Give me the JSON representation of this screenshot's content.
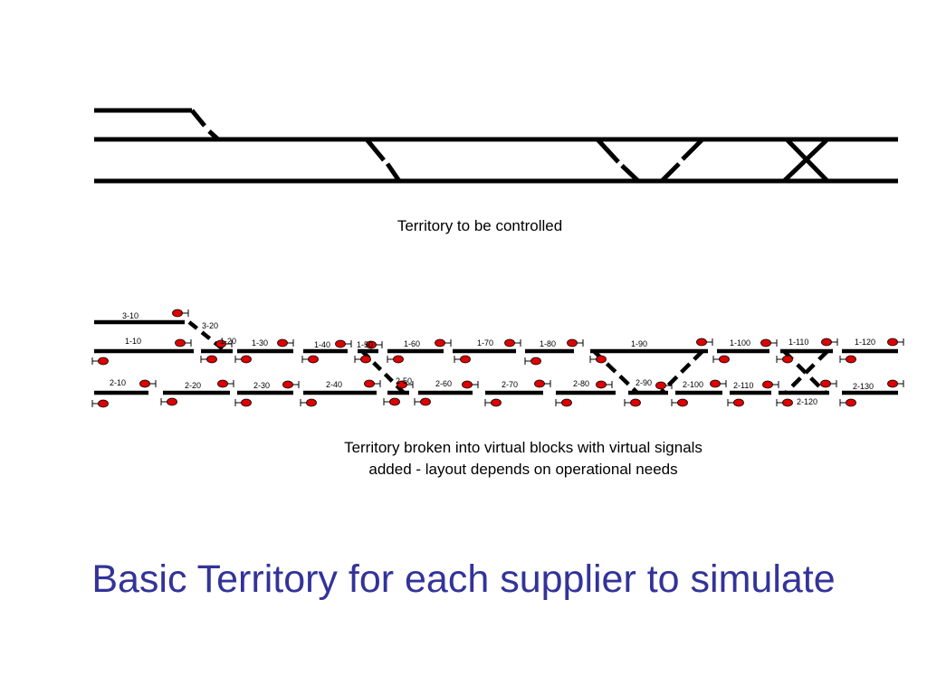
{
  "colors": {
    "track": "#000000",
    "signal": "#dd0000",
    "title": "#333399"
  },
  "captions": {
    "top": "Territory to be controlled",
    "middle": "Territory broken into virtual blocks with virtual signals added - layout depends on operational needs"
  },
  "title": "Basic Territory for each supplier to simulate",
  "blocks": {
    "b3_10": "3-10",
    "b3_20": "3-20",
    "b1_10": "1-10",
    "b1_20": "1-20",
    "b1_30": "1-30",
    "b1_40": "1-40",
    "b1_50": "1-50",
    "b1_60": "1-60",
    "b1_70": "1-70",
    "b1_80": "1-80",
    "b1_90": "1-90",
    "b1_100": "1-100",
    "b1_110": "1-110",
    "b1_120": "1-120",
    "b2_10": "2-10",
    "b2_20": "2-20",
    "b2_30": "2-30",
    "b2_40": "2-40",
    "b2_50": "2-50",
    "b2_60": "2-60",
    "b2_70": "2-70",
    "b2_80": "2-80",
    "b2_90": "2-90",
    "b2_100": "2-100",
    "b2_110": "2-110",
    "b2_120": "2-120",
    "b2_130": "2-130"
  }
}
